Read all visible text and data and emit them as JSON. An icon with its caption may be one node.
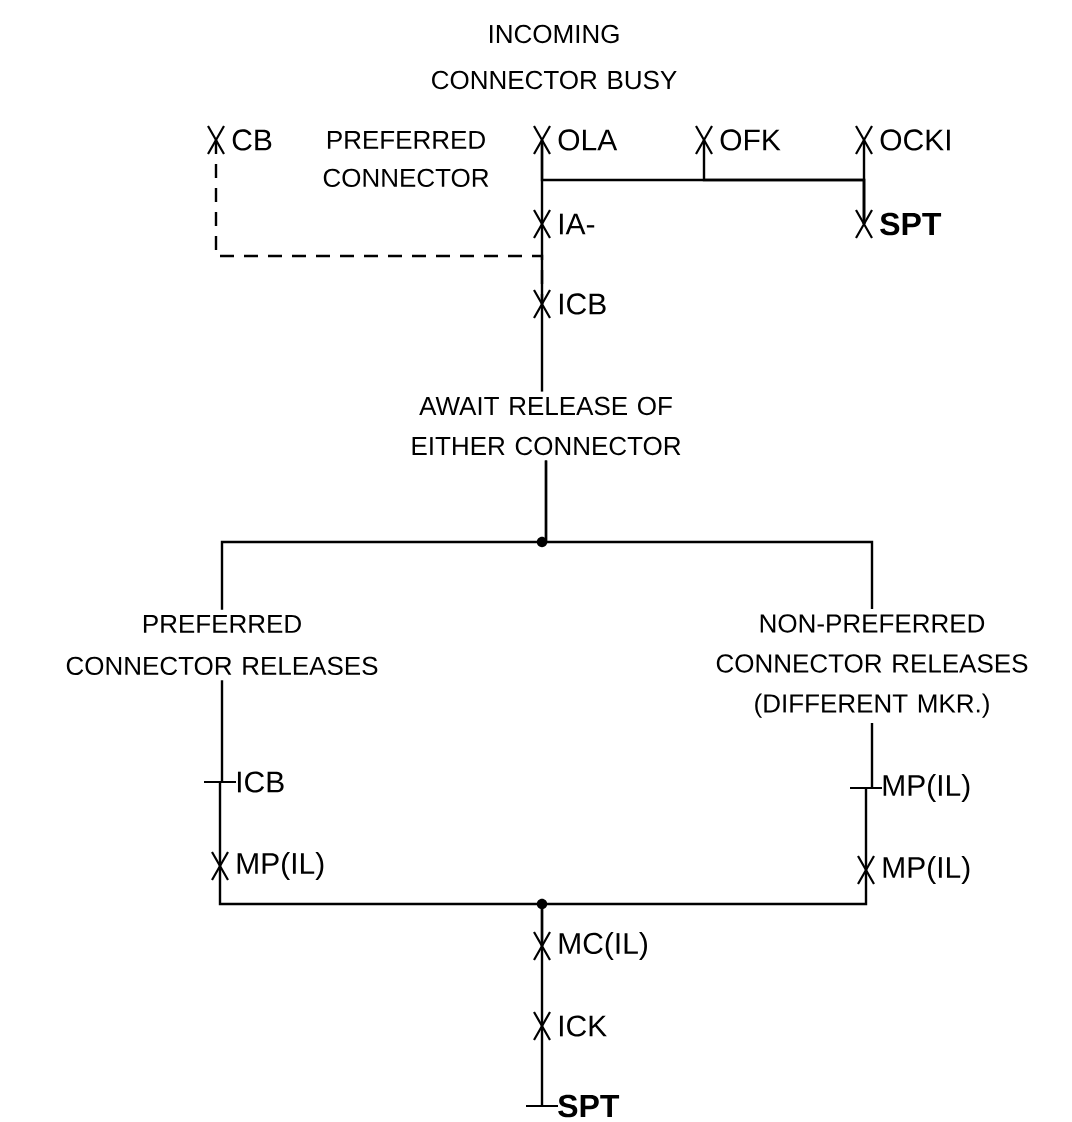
{
  "diagram": {
    "title": "INCOMING CONNECTOR BUSY",
    "nodes": [
      {
        "text": [
          "CB"
        ]
      },
      {
        "text": [
          "OLA"
        ]
      },
      {
        "text": [
          "OFK"
        ]
      },
      {
        "text": [
          "OCKI"
        ]
      },
      {
        "text": [
          "SPT"
        ]
      },
      {
        "text": [
          "IA-"
        ]
      },
      {
        "text": [
          "ICB"
        ]
      },
      {
        "text": [
          "AWAIT RELEASE OF EITHER CONNECTOR"
        ]
      },
      {
        "text": [
          "PREFERRED CONNECTOR RELEASES"
        ]
      },
      {
        "text": [
          "NON-PREFERRED CONNECTOR RELEASES (DIFFERENT MKR.)"
        ]
      },
      {
        "text": [
          "ICB"
        ]
      },
      {
        "text": [
          "MP(IL)"
        ]
      },
      {
        "text": [
          "MP(IL)"
        ]
      },
      {
        "text": [
          "MP(IL)"
        ]
      },
      {
        "text": [
          "MC(IL)"
        ]
      },
      {
        "text": [
          "ICK"
        ]
      },
      {
        "text": [
          "SPT"
        ]
      }
    ],
    "edges": [
      {
        "from": 0,
        "to": 6,
        "arrow": "none",
        "style": "dashed"
      },
      {
        "from": 1,
        "to": 5,
        "arrow": "none"
      },
      {
        "from": 5,
        "to": 6,
        "arrow": "none"
      },
      {
        "from": 1,
        "to": 4,
        "arrow": "none"
      },
      {
        "from": 2,
        "to": 4,
        "arrow": "none"
      },
      {
        "from": 3,
        "to": 4,
        "arrow": "none"
      },
      {
        "from": 6,
        "to": 7,
        "arrow": "none"
      },
      {
        "from": 7,
        "to": 8,
        "arrow": "none"
      },
      {
        "from": 7,
        "to": 9,
        "arrow": "none"
      },
      {
        "from": 8,
        "to": 10,
        "arrow": "none"
      },
      {
        "from": 10,
        "to": 12,
        "arrow": "none"
      },
      {
        "from": 9,
        "to": 11,
        "arrow": "none"
      },
      {
        "from": 11,
        "to": 13,
        "arrow": "none"
      },
      {
        "from": 12,
        "to": 14,
        "arrow": "none"
      },
      {
        "from": 13,
        "to": 14,
        "arrow": "none"
      },
      {
        "from": 14,
        "to": 15,
        "arrow": "none"
      },
      {
        "from": 15,
        "to": 16,
        "arrow": "none"
      }
    ],
    "labels": [
      "PREFERRED CONNECTOR"
    ]
  }
}
